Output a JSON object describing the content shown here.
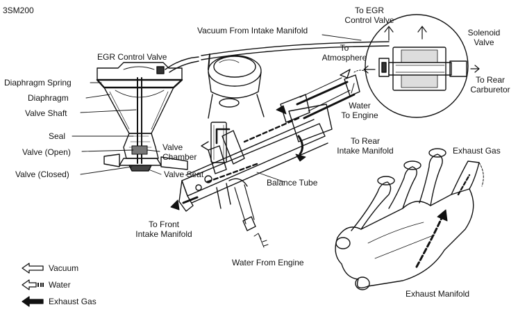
{
  "figure_code": "3SM200",
  "labels": {
    "to_egr_control_valve": [
      "To EGR",
      "Control Valve"
    ],
    "vacuum_from_intake": "Vacuum From Intake Manifold",
    "solenoid_valve": [
      "Solenoid",
      "Valve"
    ],
    "to_atmosphere": [
      "To",
      "Atmosphere"
    ],
    "to_rear_carburetor": [
      "To Rear",
      "Carburetor"
    ],
    "egr_control_valve": "EGR Control Valve",
    "diaphragm_spring": "Diaphragm Spring",
    "diaphragm": "Diaphragm",
    "valve_shaft": "Valve Shaft",
    "seal": "Seal",
    "valve_open": "Valve (Open)",
    "valve_chamber": [
      "Valve",
      "Chamber"
    ],
    "valve_closed": "Valve (Closed)",
    "valve_seat": "Valve Seat",
    "water_to_engine": [
      "Water",
      "To Engine"
    ],
    "to_rear_intake_manifold": [
      "To Rear",
      "Intake Manifold"
    ],
    "exhaust_gas_top": "Exhaust Gas",
    "balance_tube": "Balance Tube",
    "to_front_intake_manifold": [
      "To Front",
      "Intake Manifold"
    ],
    "water_from_engine": "Water From Engine",
    "exhaust_manifold": "Exhaust Manifold"
  },
  "legend": [
    {
      "icon": "hollow-arrow",
      "label": "Vacuum"
    },
    {
      "icon": "striped-arrow",
      "label": "Water"
    },
    {
      "icon": "solid-arrow",
      "label": "Exhaust Gas"
    }
  ]
}
